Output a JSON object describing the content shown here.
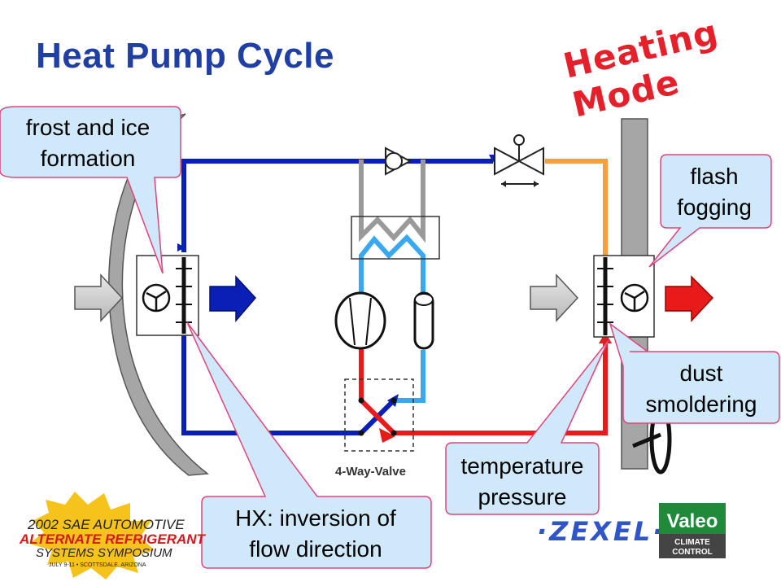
{
  "header": {
    "title": "Heat Pump Cycle",
    "mode_label": "Heating Mode"
  },
  "diagram": {
    "valve_label": "4-Way-Valve",
    "callouts": {
      "frost": [
        "frost and ice",
        "formation"
      ],
      "flash": [
        "flash",
        "fogging"
      ],
      "dust": [
        "dust",
        "smoldering"
      ],
      "temperature": [
        "temperature",
        "pressure"
      ],
      "hx": [
        "HX: inversion of",
        "flow direction"
      ]
    }
  },
  "logos": {
    "symposium": [
      "2002 SAE AUTOMOTIVE",
      "ALTERNATE REFRIGERANT",
      "SYSTEMS SYMPOSIUM",
      "JULY 9-11 • SCOTTSDALE, ARIZONA"
    ],
    "zexel": "·ZEXEL·",
    "valeo": {
      "brand": "Valeo",
      "tagline": [
        "CLIMATE",
        "CONTROL"
      ]
    }
  },
  "colors": {
    "title": "#1f3fa6",
    "mode": "#e5202b",
    "blue_line": "#0a1fb5",
    "light_blue_line": "#3aa8f0",
    "red_line": "#e81a1a",
    "orange_line": "#f4a040",
    "grey_line": "#9a9a9a",
    "callout_fill": "#cfe9fb",
    "callout_stroke": "#e0457a"
  }
}
